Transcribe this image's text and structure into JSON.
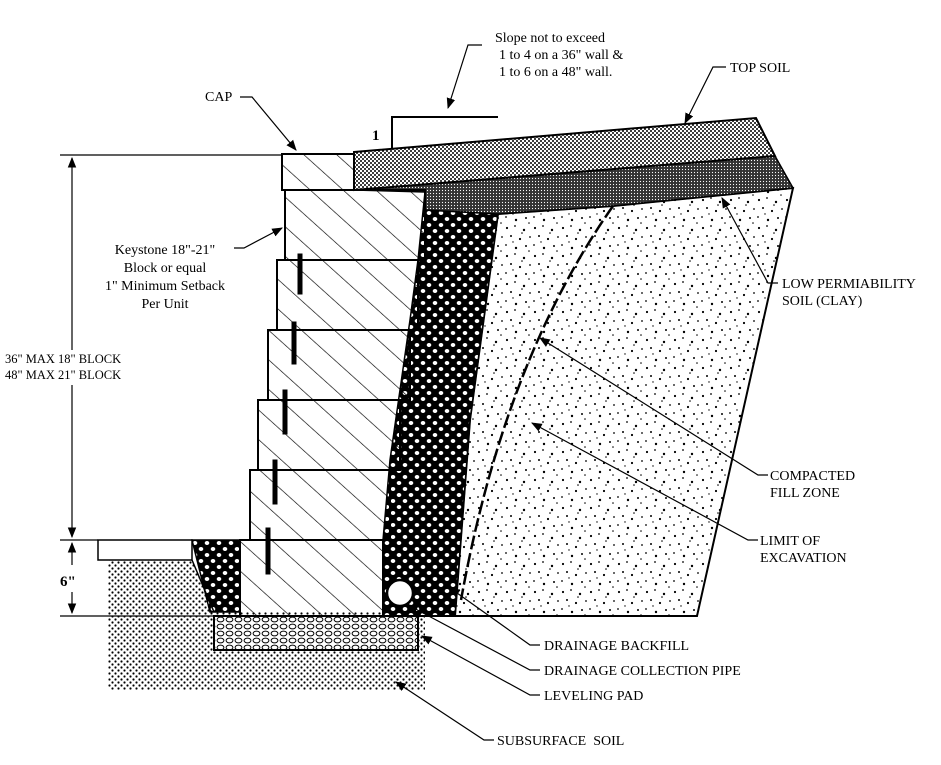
{
  "labels": {
    "slope_note": [
      "Slope not to exceed",
      "1 to 4 on a 36\" wall &",
      "1 to 6 on a 48\" wall."
    ],
    "slope_ratio": "1",
    "top_soil": "TOP SOIL",
    "cap": "CAP",
    "block_note": [
      "Keystone 18\"-21\"",
      "Block or equal",
      "1\" Minimum Setback",
      "Per Unit"
    ],
    "wall_height": [
      "36\" MAX 18\" BLOCK",
      "48\" MAX 21\" BLOCK"
    ],
    "low_perm": [
      "LOW PERMIABILITY",
      "SOIL (CLAY)"
    ],
    "compacted": [
      "COMPACTED",
      "FILL ZONE"
    ],
    "limit": [
      "LIMIT OF",
      "EXCAVATION"
    ],
    "six_inch": "6\"",
    "drainage_backfill": "DRAINAGE BACKFILL",
    "drainage_pipe": "DRAINAGE COLLECTION PIPE",
    "leveling_pad": "LEVELING PAD",
    "subsurface_soil": "SUBSURFACE  SOIL"
  }
}
